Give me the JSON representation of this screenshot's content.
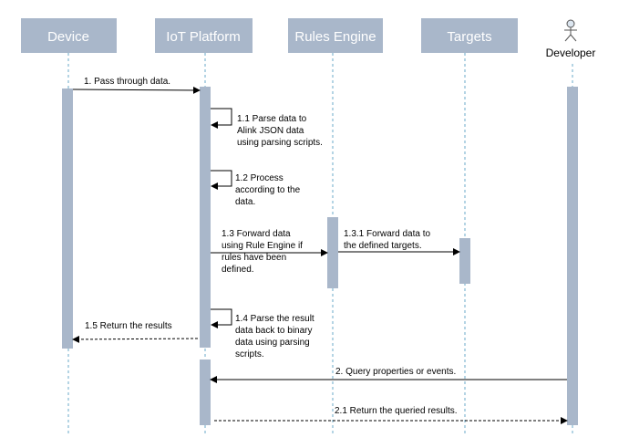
{
  "participants": [
    {
      "id": "device",
      "label": "Device"
    },
    {
      "id": "iot",
      "label": "IoT Platform"
    },
    {
      "id": "rules",
      "label": "Rules Engine"
    },
    {
      "id": "targets",
      "label": "Targets"
    }
  ],
  "actor": {
    "label": "Developer"
  },
  "colors": {
    "header_fill": "#a9b7ca",
    "activation_fill": "#a9b7ca",
    "lifeline": "#6aa9c8",
    "arrow": "#000000"
  },
  "messages": {
    "m1": "1. Pass through data.",
    "m1_1": [
      "1.1 Parse data to",
      "Alink JSON data",
      "using parsing scripts."
    ],
    "m1_2": [
      "1.2 Process",
      "according to the",
      "data."
    ],
    "m1_3": [
      "1.3 Forward data",
      "using Rule Engine if",
      "rules have been",
      "defined."
    ],
    "m1_3_1": [
      "1.3.1  Forward data to",
      "the defined targets."
    ],
    "m1_4": [
      "1.4 Parse the result",
      "data back to binary",
      "data using parsing",
      "scripts."
    ],
    "m1_5": "1.5  Return the results",
    "m2": "2. Query properties or events.",
    "m2_1": "2.1 Return the queried results."
  }
}
